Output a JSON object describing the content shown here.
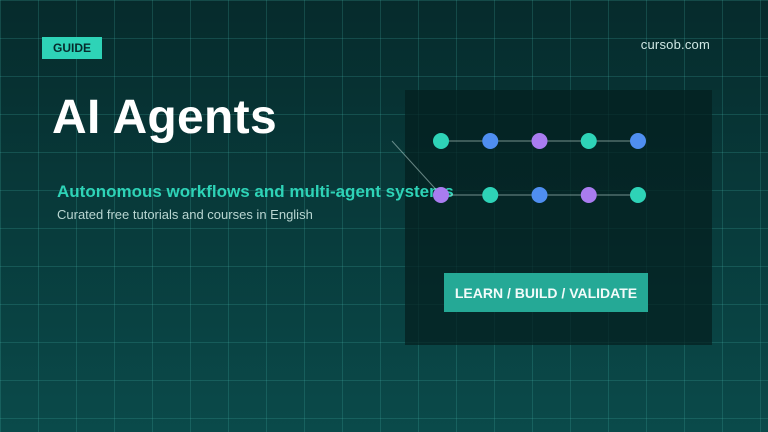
{
  "badge": {
    "label": "GUIDE"
  },
  "site": {
    "domain": "cursob.com"
  },
  "hero": {
    "title": "AI Agents",
    "subtitle": "Autonomous workflows and multi-agent systems",
    "description": "Curated free tutorials and courses in English"
  },
  "cta": {
    "label": "LEARN / BUILD / VALIDATE"
  },
  "colors": {
    "accent_teal": "#2ed3b7",
    "node_blue": "#4f8ef0",
    "node_purple": "#a97cf0",
    "cta_bg": "#25a996",
    "background": "#062b2c"
  },
  "diagram": {
    "rows": [
      {
        "nodes": [
          "teal",
          "blue",
          "purple",
          "teal",
          "blue"
        ]
      },
      {
        "nodes": [
          "purple",
          "teal",
          "blue",
          "purple",
          "teal"
        ]
      }
    ]
  }
}
